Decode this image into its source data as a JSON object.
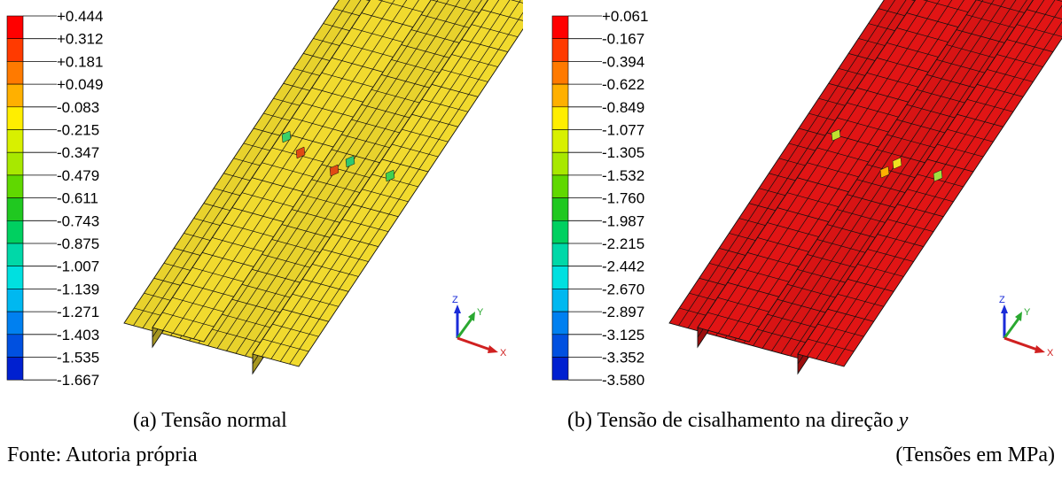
{
  "panels": [
    {
      "id": "a",
      "caption": "(a) Tensão normal",
      "legend_values": [
        "+0.444",
        "+0.312",
        "+0.181",
        "+0.049",
        "-0.083",
        "-0.215",
        "-0.347",
        "-0.479",
        "-0.611",
        "-0.743",
        "-0.875",
        "-1.007",
        "-1.139",
        "-1.271",
        "-1.403",
        "-1.535",
        "-1.667"
      ],
      "mesh_color": "#e8d22c"
    },
    {
      "id": "b",
      "caption_prefix": "(b) Tensão de cisalhamento na direção ",
      "caption_var": "y",
      "legend_values": [
        "+0.061",
        "-0.167",
        "-0.394",
        "-0.622",
        "-0.849",
        "-1.077",
        "-1.305",
        "-1.532",
        "-1.760",
        "-1.987",
        "-2.215",
        "-2.442",
        "-2.670",
        "-2.897",
        "-3.125",
        "-3.352",
        "-3.580"
      ],
      "mesh_color": "#d81414"
    }
  ],
  "legend_colors": [
    "#ff0000",
    "#ff3a00",
    "#ff7a00",
    "#ffb000",
    "#ffee00",
    "#d8f000",
    "#a8e800",
    "#60d800",
    "#20c820",
    "#00d060",
    "#00d8a8",
    "#00e0e0",
    "#00b8f0",
    "#0080f0",
    "#0050e0",
    "#0020d0"
  ],
  "triad_labels": [
    "Z",
    "Y",
    "X"
  ],
  "source": "Fonte: Autoria própria",
  "units": "(Tensões em MPa)"
}
